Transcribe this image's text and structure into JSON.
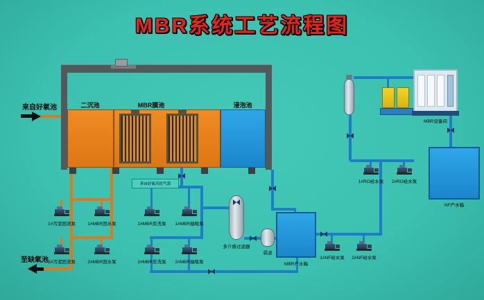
{
  "title": "MBR系统工艺流程图",
  "flow": {
    "from_aerobic": "来自好氧池",
    "to_anoxic": "至缺氧池",
    "blower_note": "来自好氧风机气源"
  },
  "tanks": {
    "secondary": "二沉池",
    "mbr": "MBR膜池",
    "soak": "浸泡池",
    "mbr_product": "MBR产水箱",
    "nf_product": "NF产水箱"
  },
  "equipment": {
    "multi_media_filter": "多介质过滤器",
    "bag_filter": "袋滤",
    "room": "MBR设备间"
  },
  "pumps": {
    "sludge1": "1#污泥回流泵",
    "mbr_return1": "1#MBR回水泵",
    "sludge2": "2#污泥回流泵",
    "mbr_return2": "2#MBR回水泵",
    "backwash1": "1#MBR反洗泵",
    "suction1": "1#MBR抽吸泵",
    "backwash2": "2#MBR反洗泵",
    "suction2": "2#MBR抽吸泵",
    "ro_feed1": "1#RO给水泵",
    "ro_feed2": "2#RO给水泵",
    "nf_feed1": "1#NF给水泵",
    "nf_feed2": "2#NF给水泵"
  },
  "colors": {
    "background": "#3cc0b0",
    "tank_orange": "#e8821c",
    "tank_blue": "#1f9ce0",
    "pipe_blue": "#1b7ec6",
    "pipe_orange": "#e0791a",
    "frame_gray": "#53585b",
    "title_red": "#e8241a"
  }
}
